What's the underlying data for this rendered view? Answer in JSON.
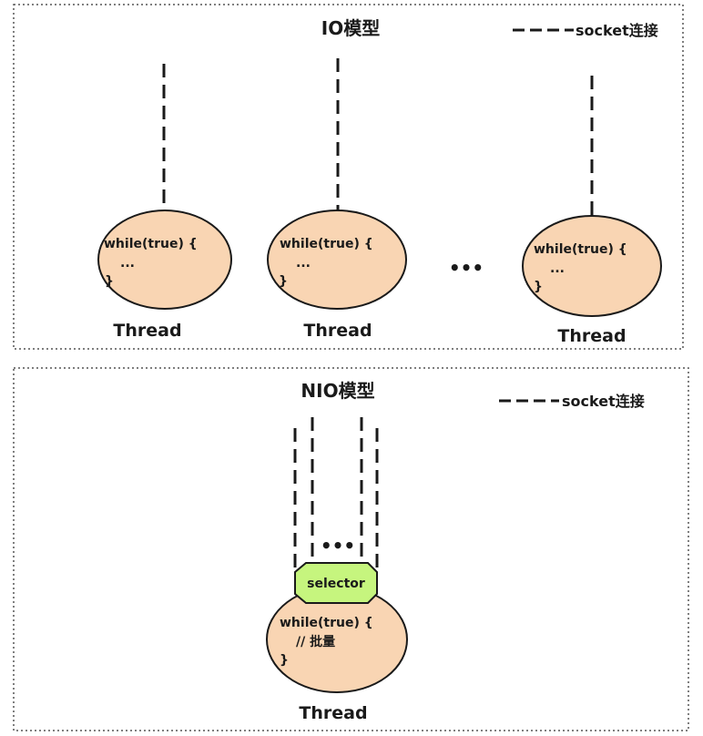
{
  "io_panel": {
    "title": "IO模型",
    "legend_label": "socket连接",
    "threads": [
      {
        "code_line1": "while(true) {",
        "code_line2": "...",
        "code_line3": "}",
        "label": "Thread"
      },
      {
        "code_line1": "while(true) {",
        "code_line2": "...",
        "code_line3": "}",
        "label": "Thread"
      },
      {
        "code_line1": "while(true) {",
        "code_line2": "...",
        "code_line3": "}",
        "label": "Thread"
      }
    ],
    "ellipsis": "•••"
  },
  "nio_panel": {
    "title": "NIO模型",
    "legend_label": "socket连接",
    "selector_label": "selector",
    "ellipsis": "•••",
    "thread": {
      "code_line1": "while(true) {",
      "code_line2": "// 批量",
      "code_line3": "}",
      "label": "Thread"
    }
  },
  "colors": {
    "thread_fill": "#f9d5b3",
    "selector_fill": "#c6f57e",
    "stroke": "#1a1a1a",
    "border": "#555555"
  }
}
